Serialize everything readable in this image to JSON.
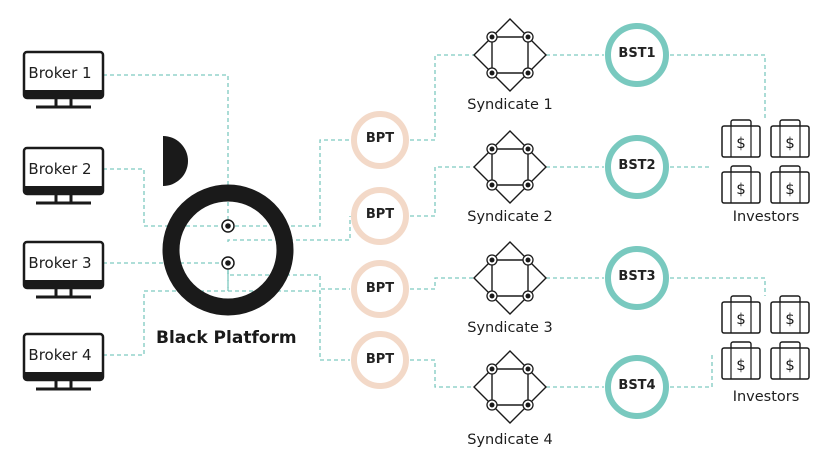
{
  "brokers": [
    {
      "label": "Broker 1"
    },
    {
      "label": "Broker 2"
    },
    {
      "label": "Broker 3"
    },
    {
      "label": "Broker 4"
    }
  ],
  "platform": {
    "label": "Black Platform"
  },
  "bpt_nodes": [
    {
      "label": "BPT"
    },
    {
      "label": "BPT"
    },
    {
      "label": "BPT"
    },
    {
      "label": "BPT"
    }
  ],
  "syndicates": [
    {
      "label": "Syndicate 1"
    },
    {
      "label": "Syndicate 2"
    },
    {
      "label": "Syndicate 3"
    },
    {
      "label": "Syndicate 4"
    }
  ],
  "bst_nodes": [
    {
      "label": "BST1"
    },
    {
      "label": "BST2"
    },
    {
      "label": "BST3"
    },
    {
      "label": "BST4"
    }
  ],
  "investor_groups": [
    {
      "label": "Investors"
    },
    {
      "label": "Investors"
    }
  ],
  "money_bag_symbol": "$",
  "colors": {
    "connector": "#7ec9c0",
    "bpt_ring": "#f3d9c8",
    "bst_ring": "#79c9bf",
    "outline": "#1a1a1a"
  }
}
